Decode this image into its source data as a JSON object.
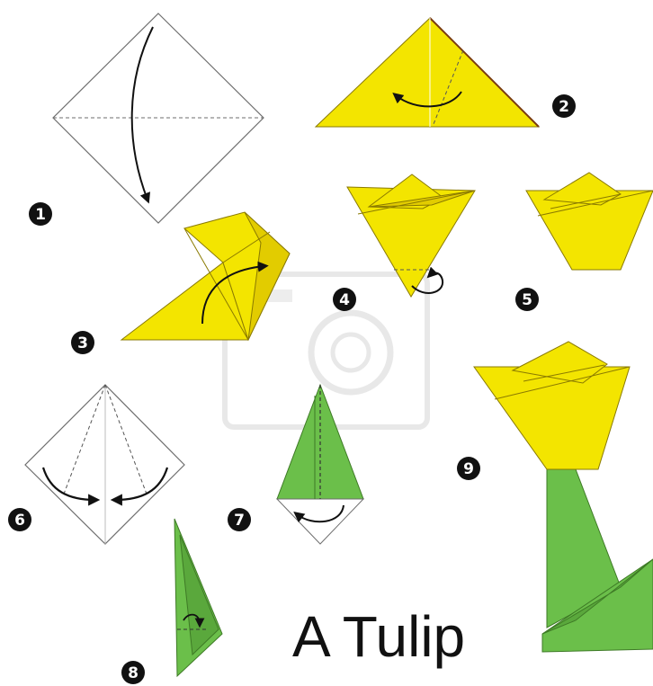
{
  "title": "A Tulip",
  "colors": {
    "paper_white": "#ffffff",
    "outline": "#6e6e6e",
    "yellow": "#f3e500",
    "yellow_dark": "#e2cc00",
    "green": "#6bbf4a",
    "green_dark": "#5aa83c",
    "badge": "#111111",
    "watermark": "#cccccc"
  },
  "steps": [
    {
      "number": "1",
      "icon": "white-square-diamond-fold-down"
    },
    {
      "number": "2",
      "icon": "yellow-triangle-fold"
    },
    {
      "number": "3",
      "icon": "yellow-folded-corner"
    },
    {
      "number": "4",
      "icon": "tulip-head-fold-back"
    },
    {
      "number": "5",
      "icon": "tulip-head-finished"
    },
    {
      "number": "6",
      "icon": "white-diamond-fold-sides"
    },
    {
      "number": "7",
      "icon": "green-stem-fold"
    },
    {
      "number": "8",
      "icon": "green-stem-narrow"
    },
    {
      "number": "9",
      "icon": "finished-tulip"
    }
  ]
}
